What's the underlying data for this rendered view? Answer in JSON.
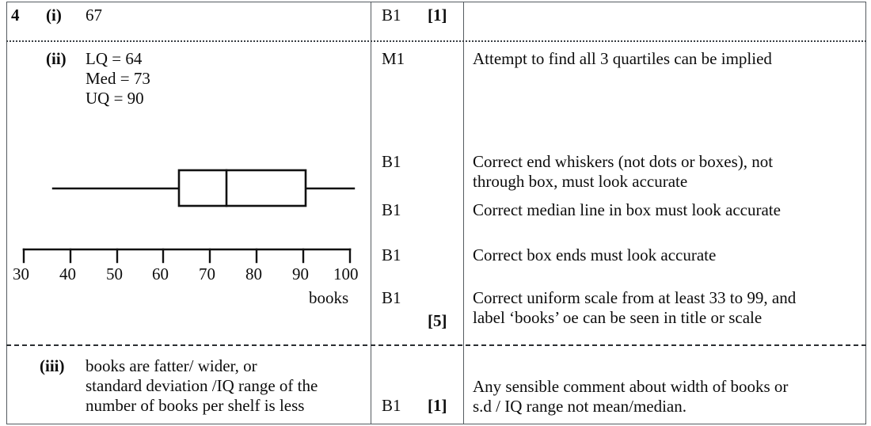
{
  "document": {
    "question_number": "4",
    "table": {
      "col_divider_1_x": 468,
      "col_divider_2_x": 585
    }
  },
  "rows": [
    {
      "id": "row-i",
      "part": "(i)",
      "answer": "67",
      "mark_code": "B1",
      "mark_total": "[1]",
      "comment": ""
    },
    {
      "id": "row-ii",
      "part": "(ii)",
      "answer_lines": [
        "LQ = 64",
        "Med = 73",
        "UQ = 90"
      ],
      "marks": [
        {
          "code": "M1",
          "total": "",
          "comment": "Attempt to find all 3 quartiles can be implied"
        },
        {
          "code": "B1",
          "total": "",
          "comment": "Correct end whiskers (not dots or boxes), not\nthrough box, must look accurate"
        },
        {
          "code": "B1",
          "total": "",
          "comment": "Correct median line in box must look accurate"
        },
        {
          "code": "B1",
          "total": "",
          "comment": "Correct box ends must look accurate"
        },
        {
          "code": "B1",
          "total": "[5]",
          "comment": "Correct uniform scale from at least 33 to 99, and\nlabel ‘books’ oe can be seen in title or scale"
        }
      ]
    },
    {
      "id": "row-iii",
      "part": "(iii)",
      "answer": "books are fatter/ wider, or\nstandard deviation /IQ range of the\nnumber of books per shelf is less",
      "mark_code": "B1",
      "mark_total": "[1]",
      "comment": "Any sensible comment about width of books or\ns.d / IQ range not mean/median."
    }
  ],
  "chart_data": {
    "type": "boxplot",
    "title": "",
    "xlabel": "books",
    "axis_label": "books",
    "xlim": [
      30,
      100
    ],
    "ticks": [
      30,
      40,
      50,
      60,
      70,
      80,
      90,
      100
    ],
    "tick_labels": [
      "30",
      "40",
      "50",
      "60",
      "70",
      "80",
      "90",
      "100"
    ],
    "grid": false,
    "series": [
      {
        "name": "books per shelf",
        "min": 36,
        "lower_quartile": 64,
        "median": 73,
        "upper_quartile": 90,
        "max": 101
      }
    ],
    "geometry": {
      "axis_y": 315,
      "axis_x_start": 30,
      "axis_x_end": 442,
      "tick_height": 16,
      "box_y_top": 215,
      "box_y_bottom": 260,
      "whisker_y": 238,
      "whisker_left_x": 67,
      "whisker_right_x": 447,
      "box_left_x": 226,
      "box_right_x": 386,
      "median_x": 286
    }
  }
}
